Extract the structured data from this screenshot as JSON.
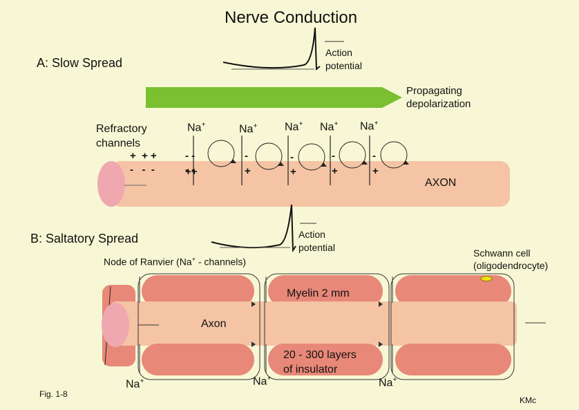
{
  "title": "Nerve Conduction",
  "section_a": {
    "label": "A: Slow Spread",
    "action_potential": [
      "Action",
      "potential"
    ],
    "propagating": [
      "Propagating",
      "depolarization"
    ],
    "refractory": [
      "Refractory",
      "channels"
    ],
    "na": "Na",
    "na_sup": "+",
    "axon": "AXON"
  },
  "section_b": {
    "label": "B: Saltatory  Spread",
    "action_potential": [
      "Action",
      "potential"
    ],
    "node_label_pre": "Node of Ranvier (Na",
    "node_label_sup": "+",
    "node_label_post": " - channels)",
    "schwann": [
      "Schwann cell",
      "(oligodendrocyte)"
    ],
    "myelin": "Myelin  2 mm",
    "layers": [
      "20 - 300 layers",
      "of  insulator"
    ],
    "axon": "Axon",
    "na": "Na",
    "na_sup": "+"
  },
  "footer": {
    "fig": "Fig. 1-8",
    "author": "KMc"
  },
  "colors": {
    "background": "#f7f7d5",
    "axon": "#f4c4a4",
    "myelin": "#e88878",
    "node": "#f0a8b0",
    "arrow": "#7ac030",
    "schwann_dot": "#f0e010"
  }
}
